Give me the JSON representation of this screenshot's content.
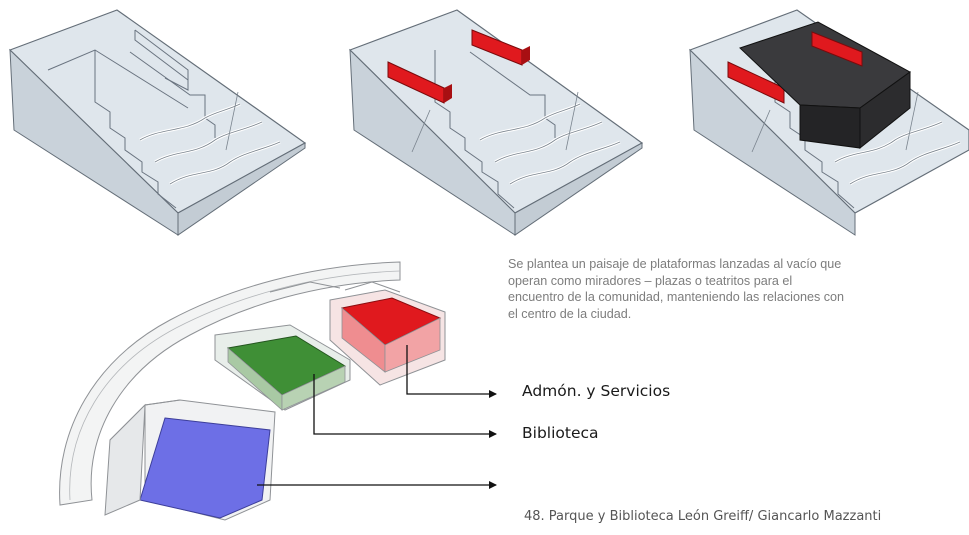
{
  "description": {
    "lines": [
      "Se plantea un paisaje de plataformas lanzadas al vacío que",
      "operan como miradores – plazas o teatritos para el",
      "encuentro de la comunidad, manteniendo las relaciones con",
      "el centro de la ciudad."
    ]
  },
  "labels": {
    "admin": "Admón. y Servicios",
    "library": "Biblioteca"
  },
  "caption": "48. Parque y Biblioteca León Greiff/ Giancarlo Mazzanti",
  "colors": {
    "platform_fill": "#dde4ea",
    "platform_edge": "#6a7480",
    "red": "#e0191e",
    "dark_volume": "#2e2e30",
    "green": "#3f8f36",
    "blue": "#6d6fe6",
    "arrow": "#111111"
  }
}
